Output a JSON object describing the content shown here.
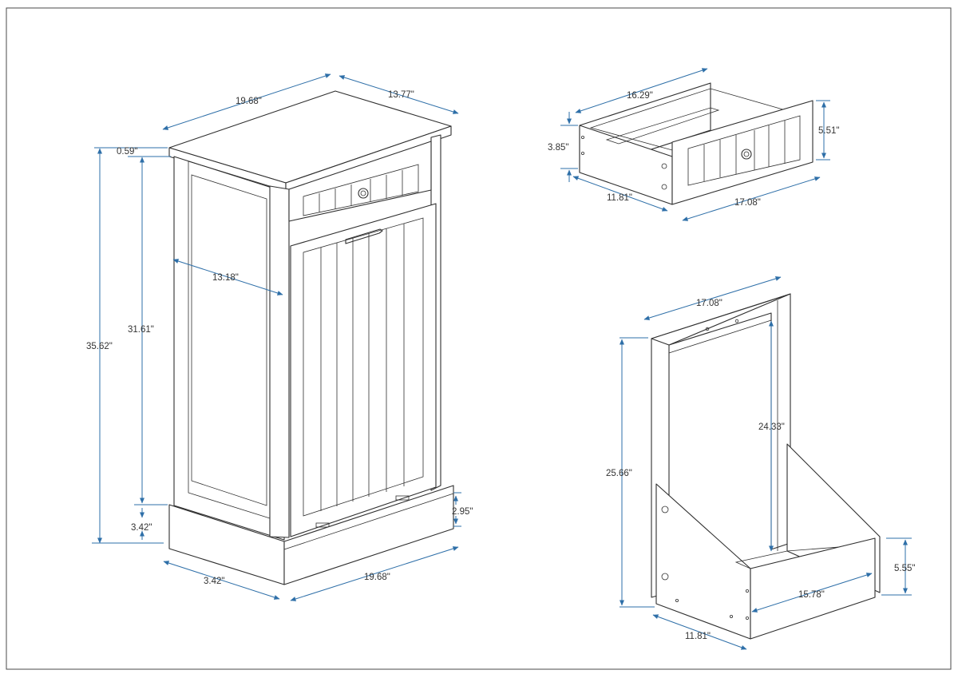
{
  "colors": {
    "dimension": "#2e6fa8",
    "line": "#2f2f2f",
    "frame": "#4a4a4a"
  },
  "cabinet": {
    "top_width": "19.68\"",
    "top_depth": "13.77\"",
    "top_overhang": "0.59\"",
    "total_height": "35.62\"",
    "side_height": "31.61\"",
    "side_depth": "13.18\"",
    "base_height": "3.42\"",
    "toe_kick_height": "2.95\"",
    "base_depth": "3.42\"",
    "base_width": "19.68\""
  },
  "drawer": {
    "inner_width": "16.29\"",
    "front_height": "5.51\"",
    "box_height": "3.85\"",
    "depth": "11.81\"",
    "front_width": "17.08\""
  },
  "tilt_bin_frame": {
    "width": "17.08\"",
    "frame_height": "25.66\"",
    "inner_height": "24.33\"",
    "box_height": "5.55\"",
    "inner_width": "15.78\"",
    "depth": "11.81\""
  }
}
